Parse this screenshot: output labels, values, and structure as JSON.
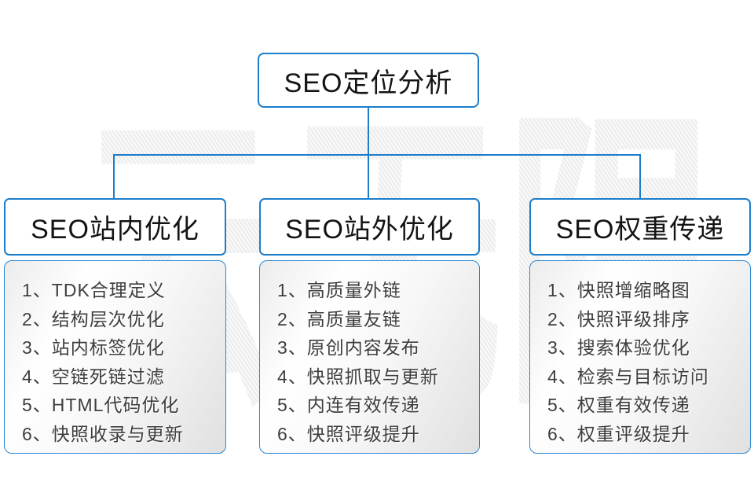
{
  "page": {
    "watermark_text": "云无限",
    "accent_blue": "#1d7dca",
    "background": "#ffffff"
  },
  "root_node": {
    "label": "SEO定位分析"
  },
  "branches": [
    {
      "title": "SEO站内优化",
      "items": [
        "1、TDK合理定义",
        "2、结构层次优化",
        "3、站内标签优化",
        "4、空链死链过滤",
        "5、HTML代码优化",
        "6、快照收录与更新"
      ]
    },
    {
      "title": "SEO站外优化",
      "items": [
        "1、高质量外链",
        "2、高质量友链",
        "3、原创内容发布",
        "4、快照抓取与更新",
        "5、内连有效传递",
        "6、快照评级提升"
      ]
    },
    {
      "title": "SEO权重传递",
      "items": [
        "1、快照增缩略图",
        "2、快照评级排序",
        "3、搜索体验优化",
        "4、检索与目标访问",
        "5、权重有效传递",
        "6、权重评级提升"
      ]
    }
  ]
}
